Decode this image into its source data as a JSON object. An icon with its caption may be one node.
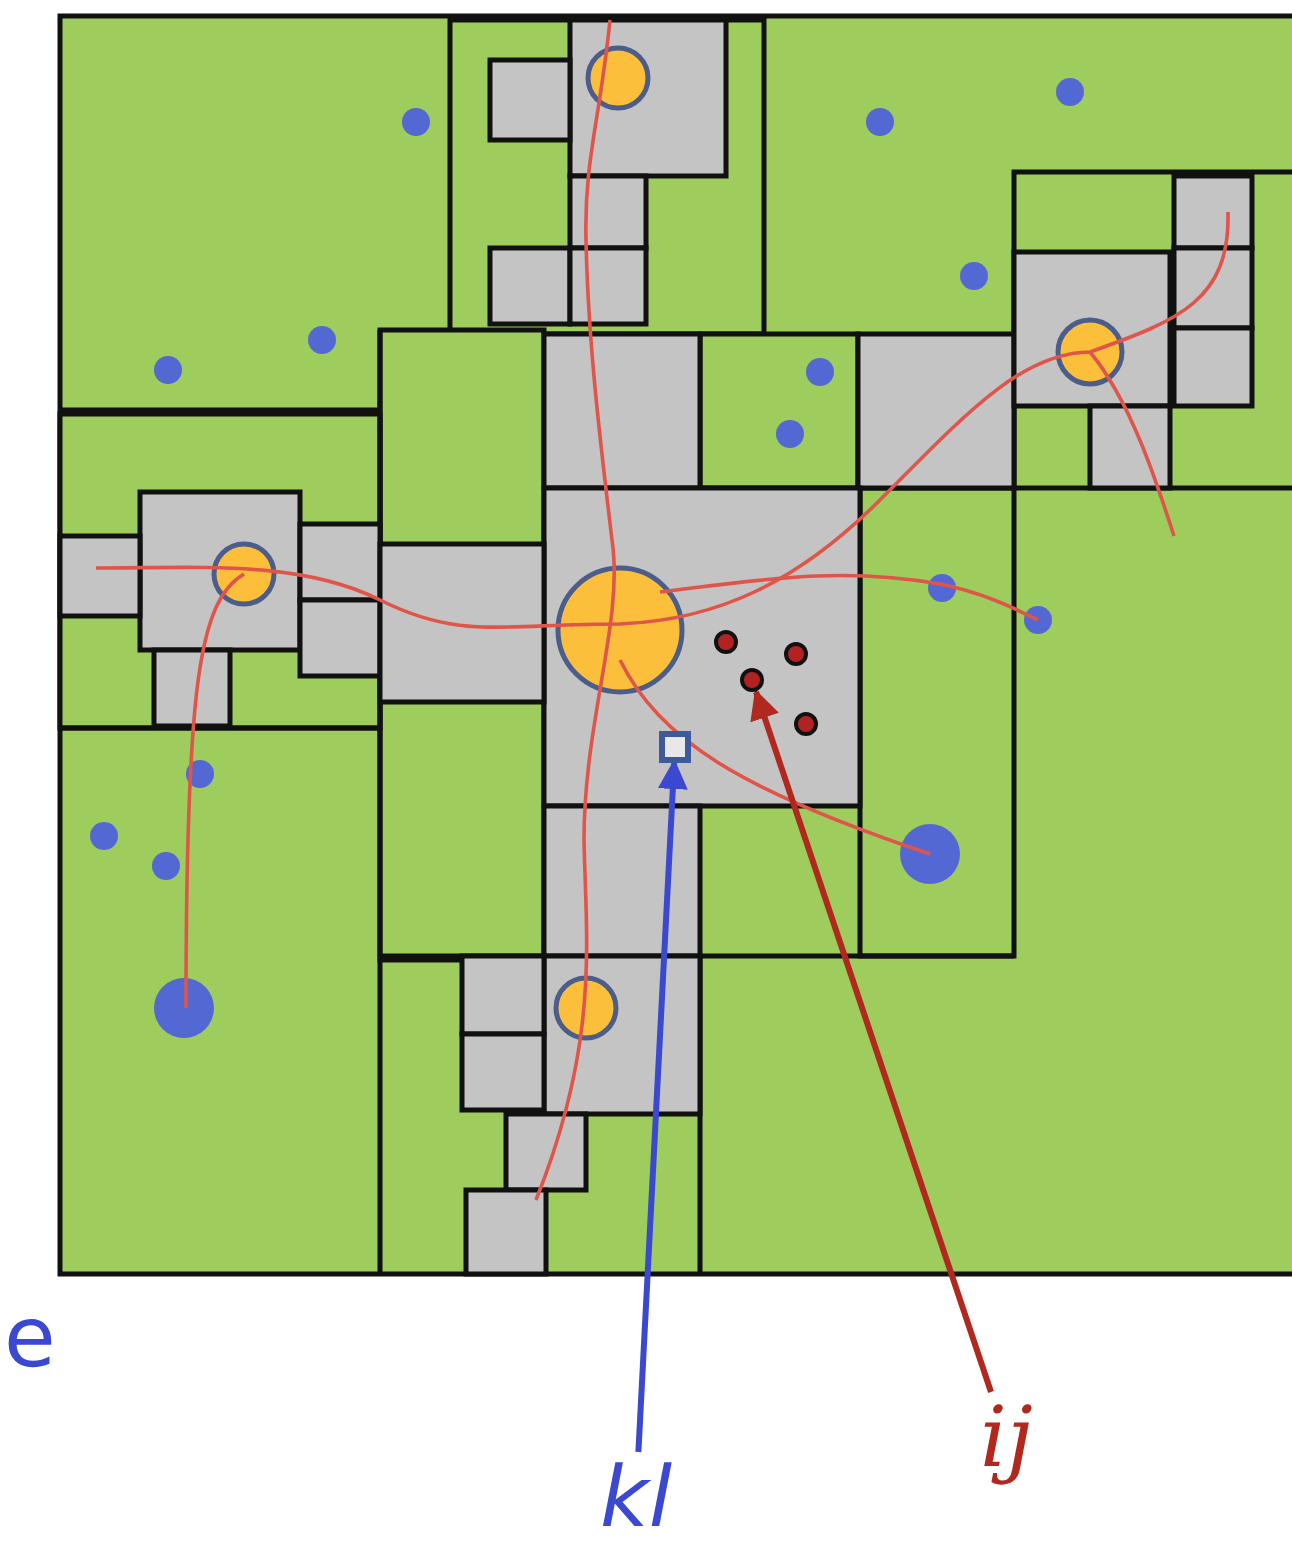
{
  "diagram": {
    "nodes": [
      {
        "text": [
          "kl"
        ]
      },
      {
        "text": [],
        "shape": "box"
      },
      {
        "text": [
          "ij"
        ]
      },
      {
        "text": [],
        "shape": "circle"
      }
    ],
    "edges": [
      {
        "from": 0,
        "to": 1,
        "arrow": "to",
        "color": "#3b48d0"
      },
      {
        "from": 2,
        "to": 3,
        "arrow": "to",
        "color": "#b0281e"
      }
    ],
    "labels": [
      "e"
    ]
  }
}
